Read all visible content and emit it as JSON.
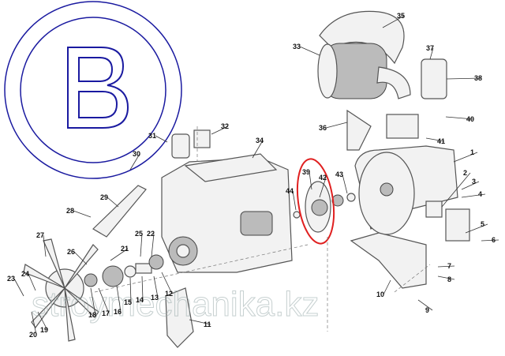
{
  "logo": {
    "letter": "B",
    "color": "#1a1aa0"
  },
  "watermark": "stroymechanika.kz",
  "highlight_color": "#e02020",
  "callouts": [
    "1",
    "2",
    "3",
    "4",
    "5",
    "6",
    "7",
    "8",
    "9",
    "10",
    "11",
    "12",
    "13",
    "14",
    "15",
    "16",
    "17",
    "18",
    "19",
    "20",
    "21",
    "22",
    "23",
    "24",
    "25",
    "26",
    "27",
    "28",
    "29",
    "30",
    "31",
    "32",
    "33",
    "34",
    "35",
    "36",
    "37",
    "38",
    "39",
    "40",
    "41",
    "42",
    "43",
    "44"
  ]
}
